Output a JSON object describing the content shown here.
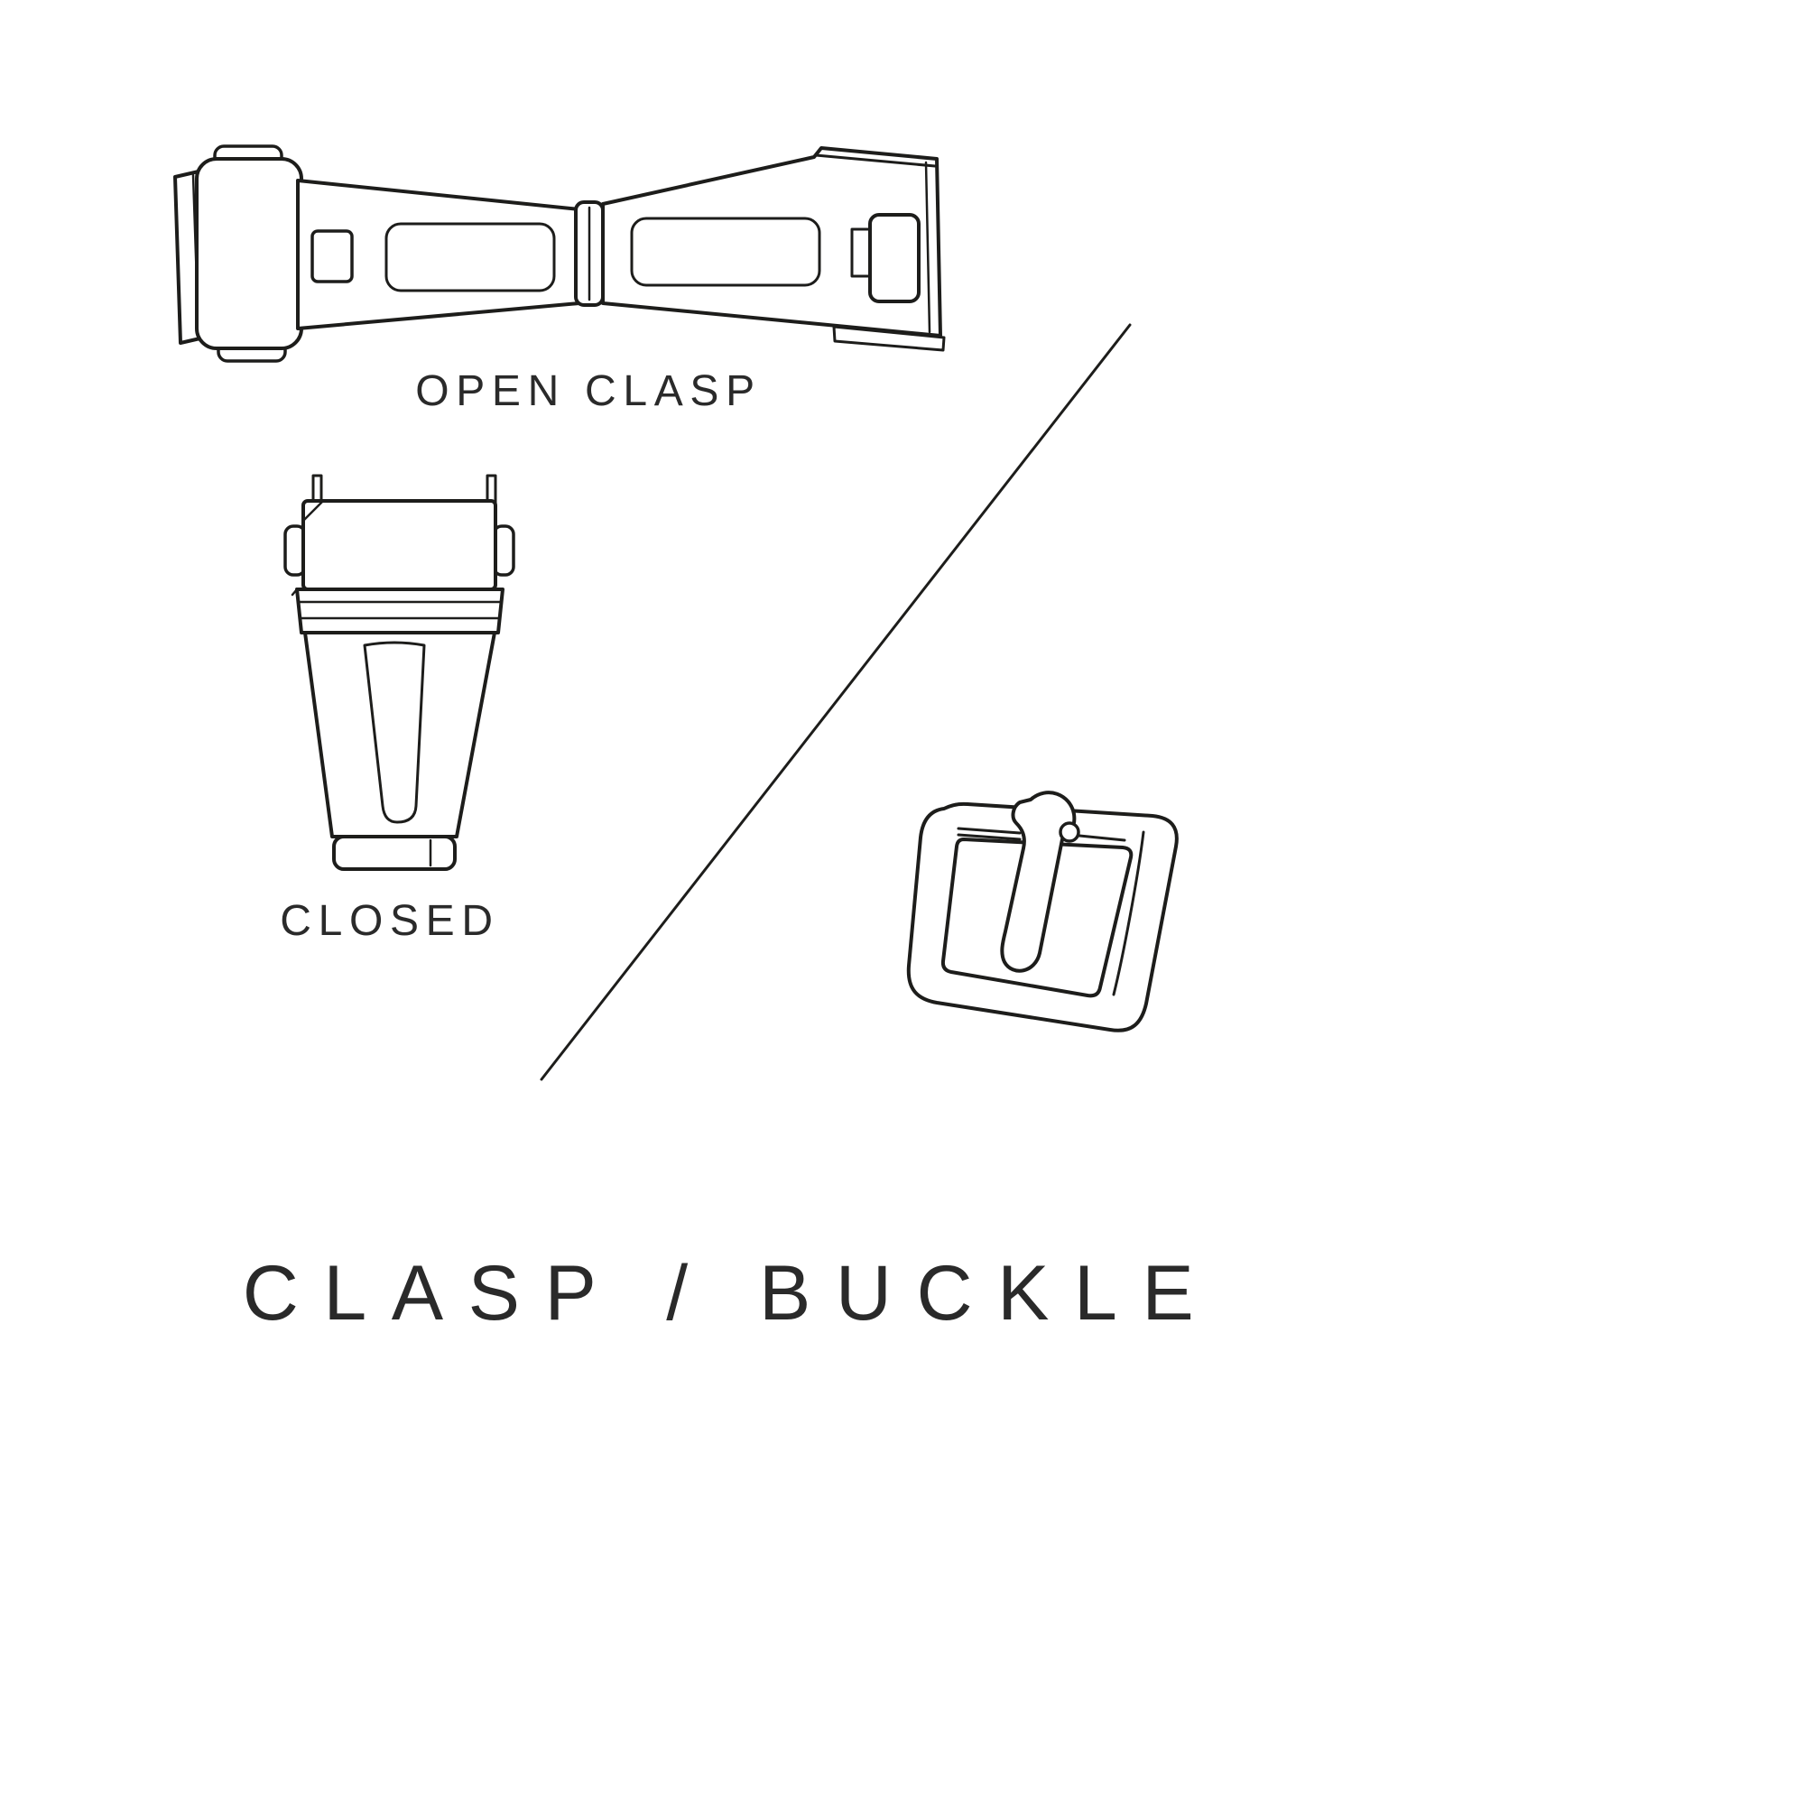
{
  "page": {
    "title": "CLASP / BUCKLE",
    "background_color": "#ffffff",
    "ink_color": "#1d1d1b",
    "text_color": "#2a2a2a"
  },
  "labels": {
    "open_clasp": "OPEN CLASP",
    "closed": "CLOSED"
  }
}
